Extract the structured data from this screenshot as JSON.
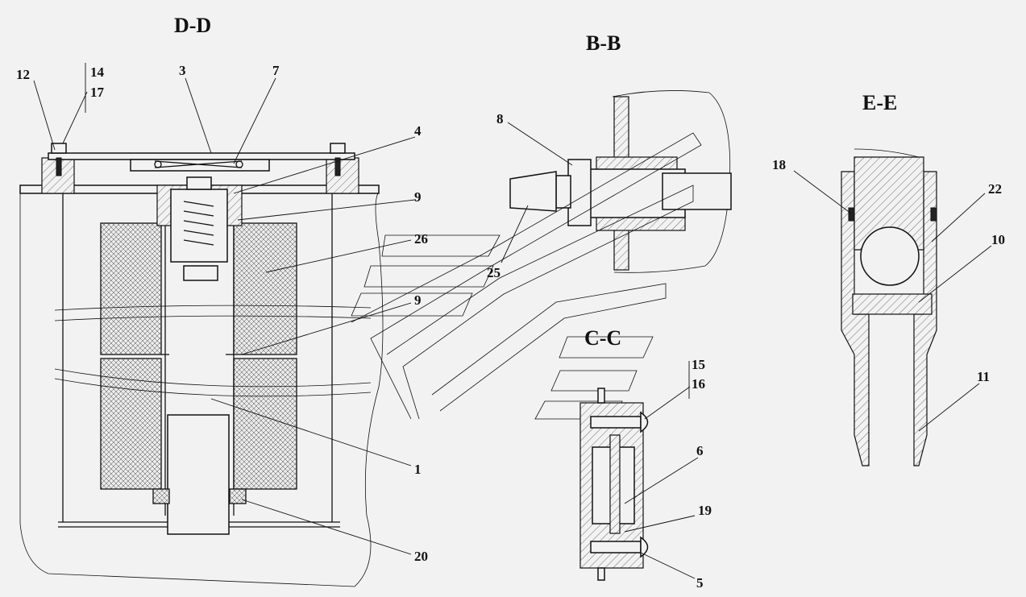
{
  "sections": {
    "dd": "D-D",
    "bb": "B-B",
    "ee": "E-E",
    "cc": "C-C"
  },
  "callouts": {
    "n1": "1",
    "n3": "3",
    "n4": "4",
    "n5": "5",
    "n6": "6",
    "n7": "7",
    "n8": "8",
    "n9a": "9",
    "n9b": "9",
    "n10": "10",
    "n11": "11",
    "n12": "12",
    "n14": "14",
    "n15": "15",
    "n16": "16",
    "n17": "17",
    "n18": "18",
    "n19": "19",
    "n20": "20",
    "n22": "22",
    "n25": "25",
    "n26": "26"
  }
}
